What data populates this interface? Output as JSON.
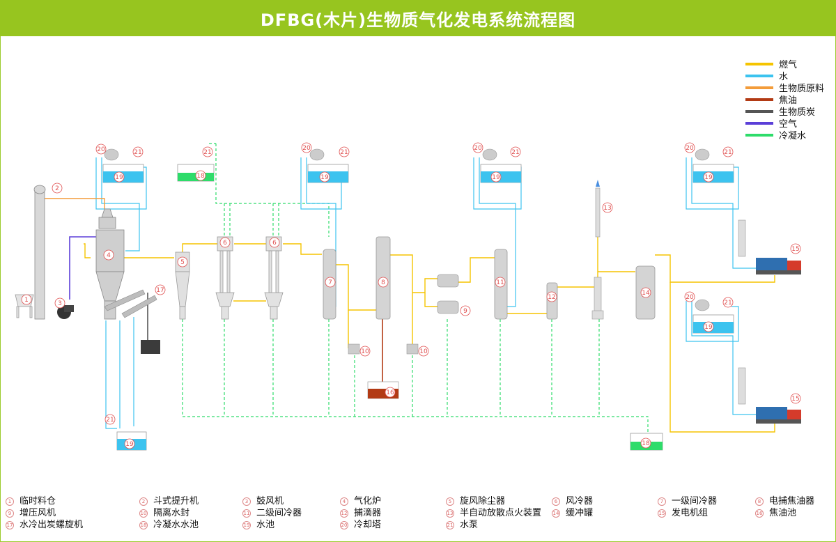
{
  "title": "DFBG(木片)生物质气化发电系统流程图",
  "colors": {
    "title_bg": "#97c51f",
    "gas": "#f5c400",
    "water": "#3cc3ef",
    "biomass": "#f39c3a",
    "tar": "#b23a14",
    "char": "#555555",
    "air": "#5b3fd8",
    "condensate": "#2edc6a",
    "marker": "#e05050"
  },
  "legend": [
    {
      "label": "燃气",
      "color": "#f5c400"
    },
    {
      "label": "水",
      "color": "#3cc3ef"
    },
    {
      "label": "生物质原料",
      "color": "#f39c3a"
    },
    {
      "label": "焦油",
      "color": "#b23a14"
    },
    {
      "label": "生物质炭",
      "color": "#555555"
    },
    {
      "label": "空气",
      "color": "#5b3fd8"
    },
    {
      "label": "冷凝水",
      "color": "#2edc6a"
    }
  ],
  "markers": [
    "1",
    "2",
    "3",
    "4",
    "5",
    "6",
    "6",
    "7",
    "8",
    "9",
    "10",
    "10",
    "11",
    "12",
    "13",
    "14",
    "15",
    "15",
    "16",
    "17",
    "18",
    "18",
    "19",
    "19",
    "19",
    "19",
    "19",
    "19",
    "20",
    "20",
    "20",
    "20",
    "20",
    "21",
    "21",
    "21",
    "21",
    "21",
    "21",
    "21"
  ],
  "equipment_list": [
    {
      "num": "1",
      "name": "临时料仓"
    },
    {
      "num": "2",
      "name": "斗式提升机"
    },
    {
      "num": "3",
      "name": "鼓风机"
    },
    {
      "num": "4",
      "name": "气化炉"
    },
    {
      "num": "5",
      "name": "旋风除尘器"
    },
    {
      "num": "6",
      "name": "风冷器"
    },
    {
      "num": "7",
      "name": "一级间冷器"
    },
    {
      "num": "8",
      "name": "电捕焦油器"
    },
    {
      "num": "9",
      "name": "增压风机"
    },
    {
      "num": "10",
      "name": "隔离水封"
    },
    {
      "num": "11",
      "name": "二级间冷器"
    },
    {
      "num": "12",
      "name": "捕滴器"
    },
    {
      "num": "13",
      "name": "半自动放散点火装置"
    },
    {
      "num": "14",
      "name": "缓冲罐"
    },
    {
      "num": "15",
      "name": "发电机组"
    },
    {
      "num": "16",
      "name": "焦油池"
    },
    {
      "num": "17",
      "name": "水冷出炭螺旋机"
    },
    {
      "num": "18",
      "name": "冷凝水水池"
    },
    {
      "num": "19",
      "name": "水池"
    },
    {
      "num": "20",
      "name": "冷却塔"
    },
    {
      "num": "21",
      "name": "水泵"
    }
  ]
}
